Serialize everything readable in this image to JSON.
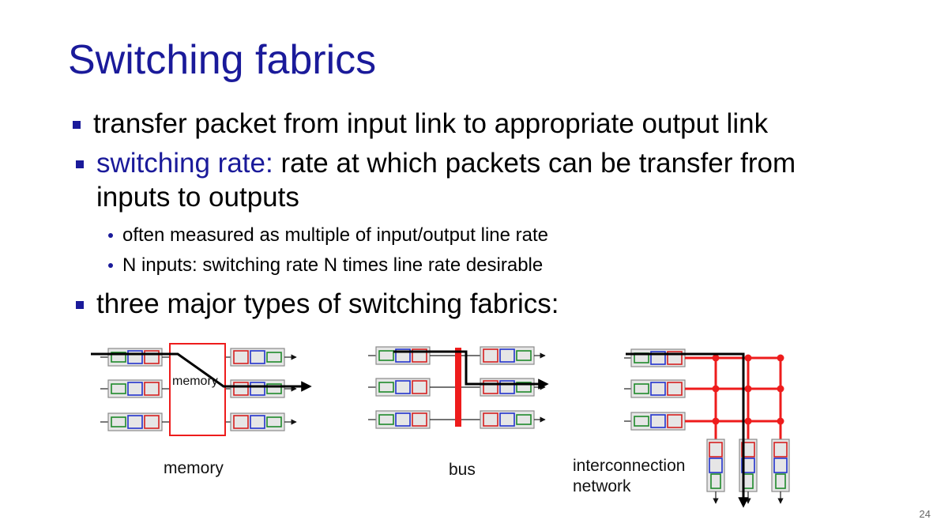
{
  "slide": {
    "title": "Switching fabrics",
    "bullets": [
      {
        "text": "transfer packet from input link to appropriate output link"
      },
      {
        "highlight": "switching rate:",
        "text": " rate at which packets can be transfer from",
        "continuation": "inputs to outputs"
      },
      {
        "text": "three major types of switching fabrics:"
      }
    ],
    "sub_bullets": [
      "often measured as multiple of input/output line rate",
      "N inputs: switching rate N times line rate desirable"
    ],
    "page_number": "24"
  },
  "diagram": {
    "memory_box_label": "memory",
    "memory_caption": "memory",
    "bus_caption": "bus",
    "interconnect_caption_line1": "interconnection",
    "interconnect_caption_line2": "network",
    "colors": {
      "fabric": "#ee1c1c",
      "packet_red": "#d42020",
      "packet_blue": "#2233cc",
      "packet_green": "#1f8a2a",
      "queue_fill": "#e6e6e6",
      "queue_border": "#8a8a8a"
    }
  }
}
